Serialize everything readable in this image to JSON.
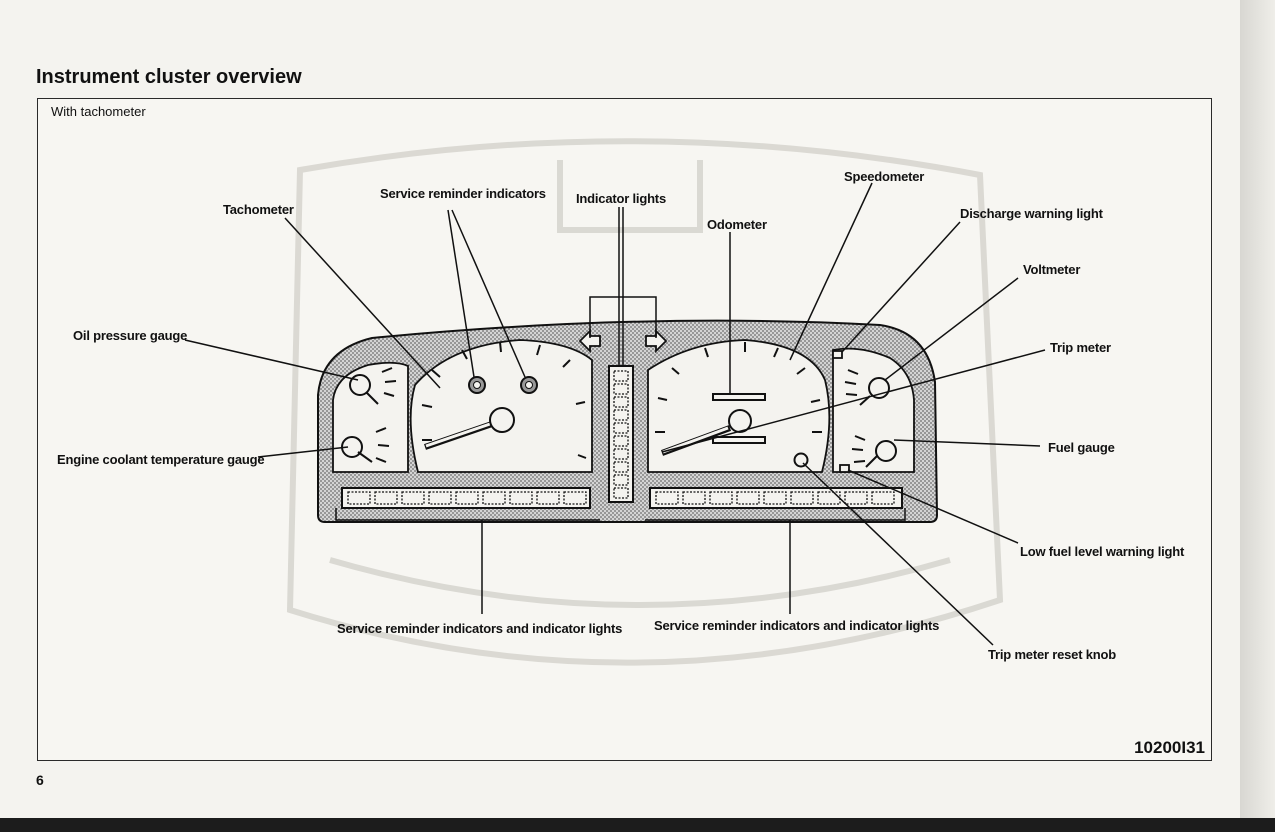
{
  "page": {
    "title": "Instrument cluster overview",
    "variant": "With tachometer",
    "figure_code": "10200I31",
    "page_number": "6"
  },
  "labels": {
    "tachometer": "Tachometer",
    "service_reminder_indicators": "Service reminder indicators",
    "indicator_lights": "Indicator lights",
    "odometer": "Odometer",
    "speedometer": "Speedometer",
    "discharge_warning_light": "Discharge warning light",
    "voltmeter": "Voltmeter",
    "oil_pressure_gauge": "Oil pressure gauge",
    "trip_meter": "Trip meter",
    "engine_coolant_temperature_gauge": "Engine coolant temperature gauge",
    "fuel_gauge": "Fuel gauge",
    "low_fuel_level_warning_light": "Low fuel level warning light",
    "service_indicators_left": "Service reminder indicators and indicator lights",
    "service_indicators_right": "Service reminder indicators and indicator lights",
    "trip_meter_reset_knob": "Trip meter reset knob"
  },
  "colors": {
    "ink": "#111111",
    "panel_shade": "#b9b9b9",
    "page": "#f7f6f2"
  }
}
